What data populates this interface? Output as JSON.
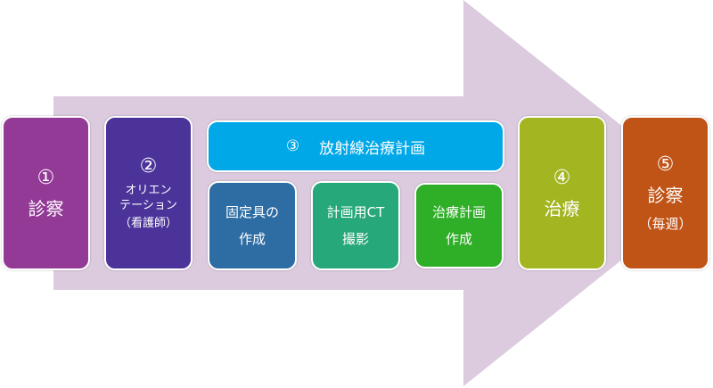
{
  "steps": [
    {
      "num": "①",
      "title": "診察",
      "color": "#933a96"
    },
    {
      "num": "②",
      "title_lines": [
        "オリエン",
        "テーション",
        "（看護師）"
      ],
      "color": "#4b3399"
    },
    {
      "num": "③",
      "title": "放射線治療計画",
      "color": "#00a8e8",
      "substeps": [
        {
          "lines": [
            "固定具の",
            "作成"
          ],
          "color": "#2e6da3"
        },
        {
          "lines": [
            "計画用CT",
            "撮影"
          ],
          "color": "#27a87a"
        },
        {
          "lines": [
            "治療計画",
            "作成"
          ],
          "color": "#2fae27"
        }
      ]
    },
    {
      "num": "④",
      "title": "治療",
      "color": "#a3b520"
    },
    {
      "num": "⑤",
      "title": "診察",
      "subtitle": "（毎週）",
      "color": "#c05417"
    }
  ],
  "arrow_color": "#dccbdf"
}
